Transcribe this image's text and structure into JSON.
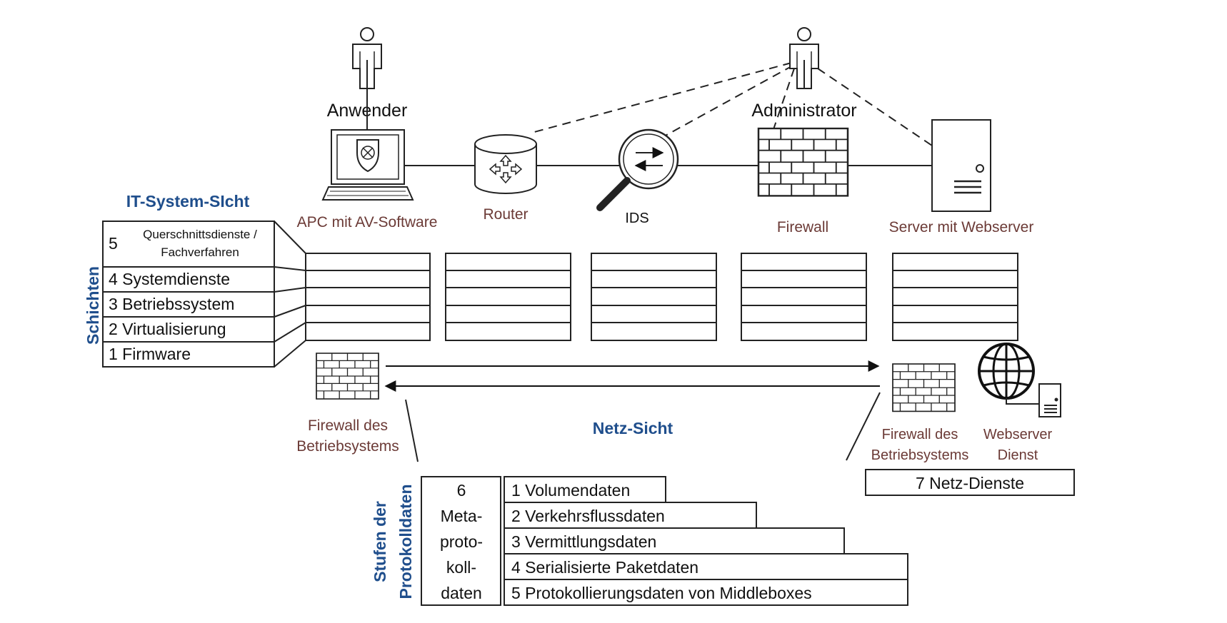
{
  "sections": {
    "it_system_view": "IT-System-SIcht",
    "network_view": "Netz-Sicht",
    "layers_vertical": "Schichten",
    "log_levels_vertical_1": "Stufen der",
    "log_levels_vertical_2": "Protokolldaten"
  },
  "actors": {
    "user": "Anwender",
    "admin": "Administrator"
  },
  "devices": {
    "pc": "APC mit AV-Software",
    "router": "Router",
    "ids": "IDS",
    "firewall": "Firewall",
    "server": "Server mit Webserver"
  },
  "layers": [
    {
      "num": "5",
      "label_1": "Querschnittsdienste /",
      "label_2": "Fachverfahren"
    },
    {
      "text": "4 Systemdienste"
    },
    {
      "text": "3 Betriebssystem"
    },
    {
      "text": "2 Virtualisierung"
    },
    {
      "text": "1 Firmware"
    }
  ],
  "network": {
    "os_firewall_left_1": "Firewall des",
    "os_firewall_left_2": "Betriebsystems",
    "os_firewall_right_1": "Firewall des",
    "os_firewall_right_2": "Betriebsystems",
    "webserver_1": "Webserver",
    "webserver_2": "Dienst",
    "net_services": "7 Netz-Dienste"
  },
  "meta_block": {
    "line_1": "6",
    "line_2": "Meta-",
    "line_3": "proto-",
    "line_4": "koll-",
    "line_5": "daten"
  },
  "log_levels": [
    "1 Volumendaten",
    "2 Verkehrsflussdaten",
    "3 Vermittlungsdaten",
    "4 Serialisierte Paketdaten",
    "5 Protokollierungsdaten von Middleboxes"
  ],
  "icons": [
    "person-icon",
    "computer-icon",
    "shield-icon",
    "router-icon",
    "magnifier-icon",
    "brick-wall-icon",
    "server-tower-icon",
    "globe-icon"
  ]
}
